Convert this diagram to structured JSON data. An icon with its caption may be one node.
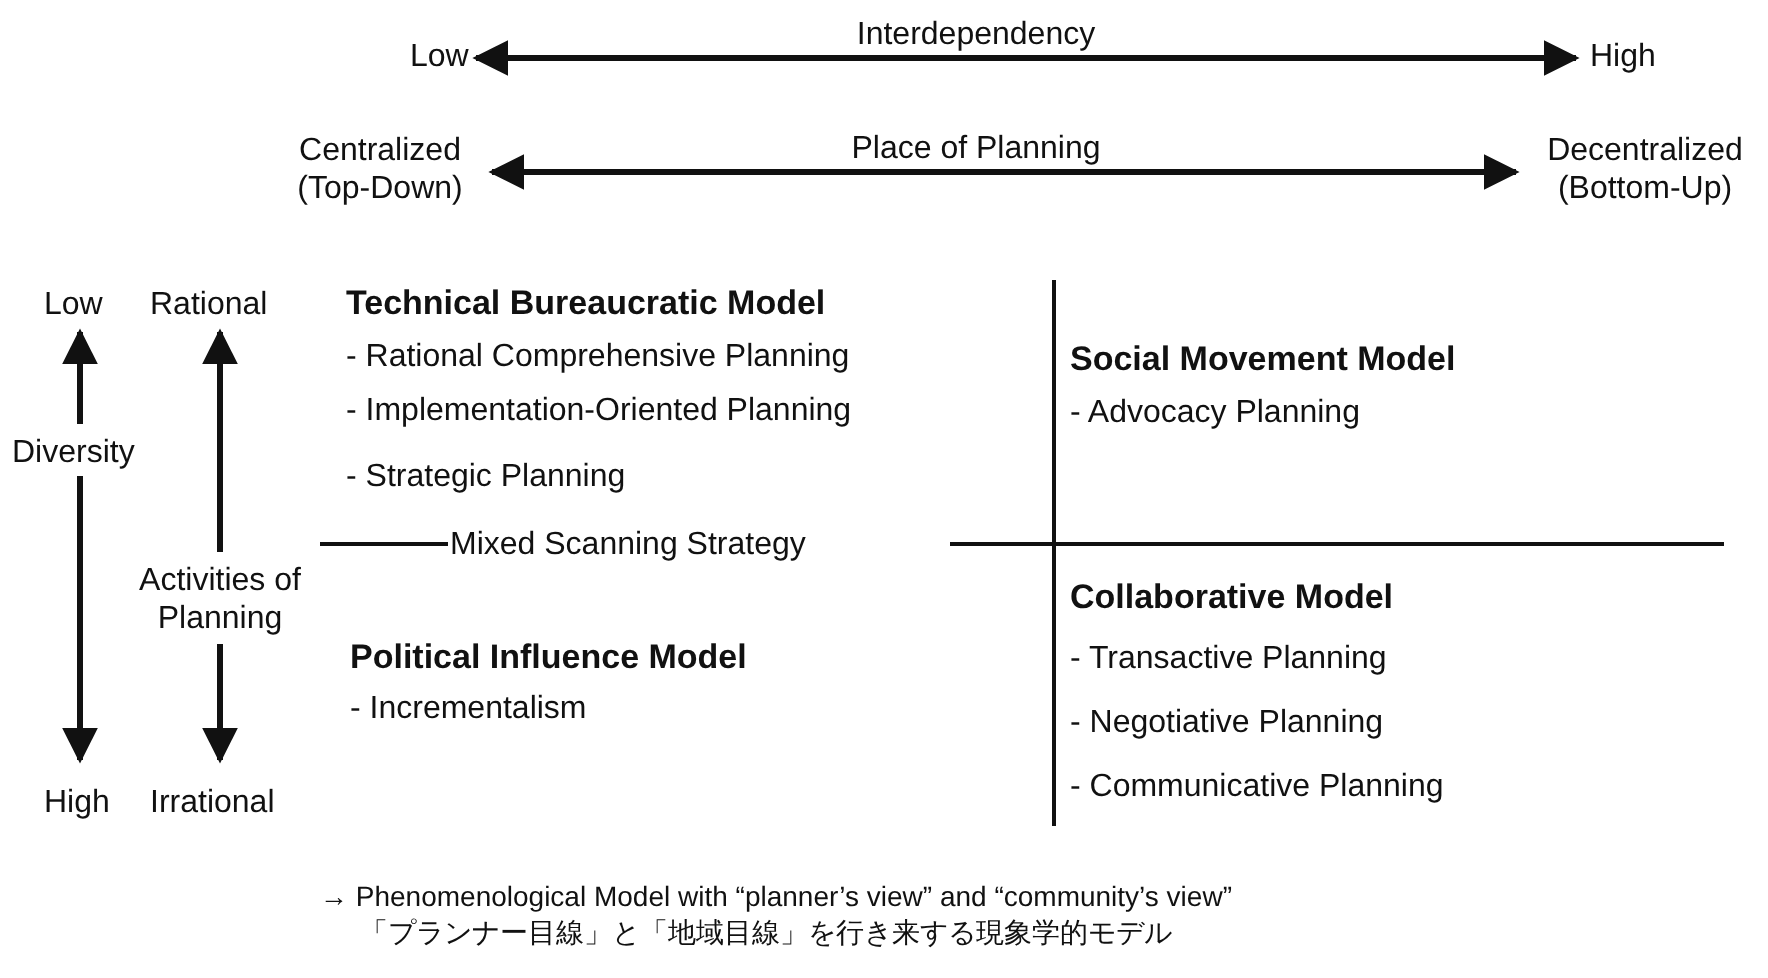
{
  "diagram": {
    "labels": [
      "Low",
      "Interdependency",
      "High",
      "Centralized (Top-Down)",
      "Place of Planning",
      "Decentralized (Bottom-Up)",
      "Low",
      "Rational",
      "Technical Bureaucratic Model",
      "- Rational Comprehensive Planning",
      "- Implementation-Oriented Planning",
      "Social Movement Model",
      "- Advocacy Planning",
      "Diversity",
      "- Strategic Planning",
      "Mixed Scanning Strategy",
      "Activities of Planning",
      "Collaborative Model",
      "Political Influence Model",
      "- Transactive Planning",
      "- Incrementalism",
      "- Negotiative Planning",
      "High",
      "Irrational",
      "- Communicative Planning",
      "→ Phenomenological Model with “planner’s view” and “community’s view”",
      "「プランナー目線」と「地域目線」を行き来する現象学的モデル"
    ]
  }
}
